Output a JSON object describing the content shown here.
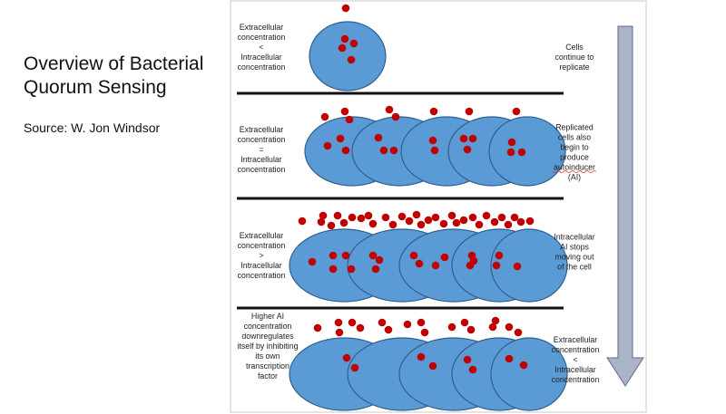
{
  "slide": {
    "title": [
      "Overview of Bacterial",
      "Quorum Sensing"
    ],
    "source": "Source: W. Jon Windsor"
  },
  "colors": {
    "cell_fill": "#5B9BD5",
    "cell_stroke": "#2F5E8E",
    "autoinducer": "#C00000",
    "arrow_fill": "#A9B4C8",
    "arrow_stroke": "#5F6B82",
    "divider": "#111111"
  },
  "stages": [
    {
      "left_label": [
        "Extracellular",
        "concentration",
        "<",
        "Intracellular",
        "concentration"
      ],
      "right_label": [
        "Cells",
        "continue to",
        "replicate"
      ],
      "cell_count": 1
    },
    {
      "left_label": [
        "Extracellular",
        "concentration",
        "=",
        "Intracellular",
        "concentration"
      ],
      "right_label": [
        "Replicated",
        "cells also",
        "begin to",
        "produce",
        "autoinducer",
        "(AI)"
      ],
      "cell_count": 5
    },
    {
      "left_label": [
        "Extracellular",
        "concentration",
        ">",
        "Intracellular",
        "concentration"
      ],
      "right_label": [
        "Intracellular",
        "AI stops",
        "moving out",
        "of the cell"
      ],
      "cell_count": 5
    },
    {
      "left_label": [
        "Higher AI",
        "concentration",
        "downregulates",
        "itself by inhibiting",
        "its own",
        "transcription",
        "factor"
      ],
      "right_label": [
        "Extracellular",
        "concentration",
        "<",
        "Intracellular",
        "concentration"
      ],
      "cell_count": 5
    }
  ]
}
